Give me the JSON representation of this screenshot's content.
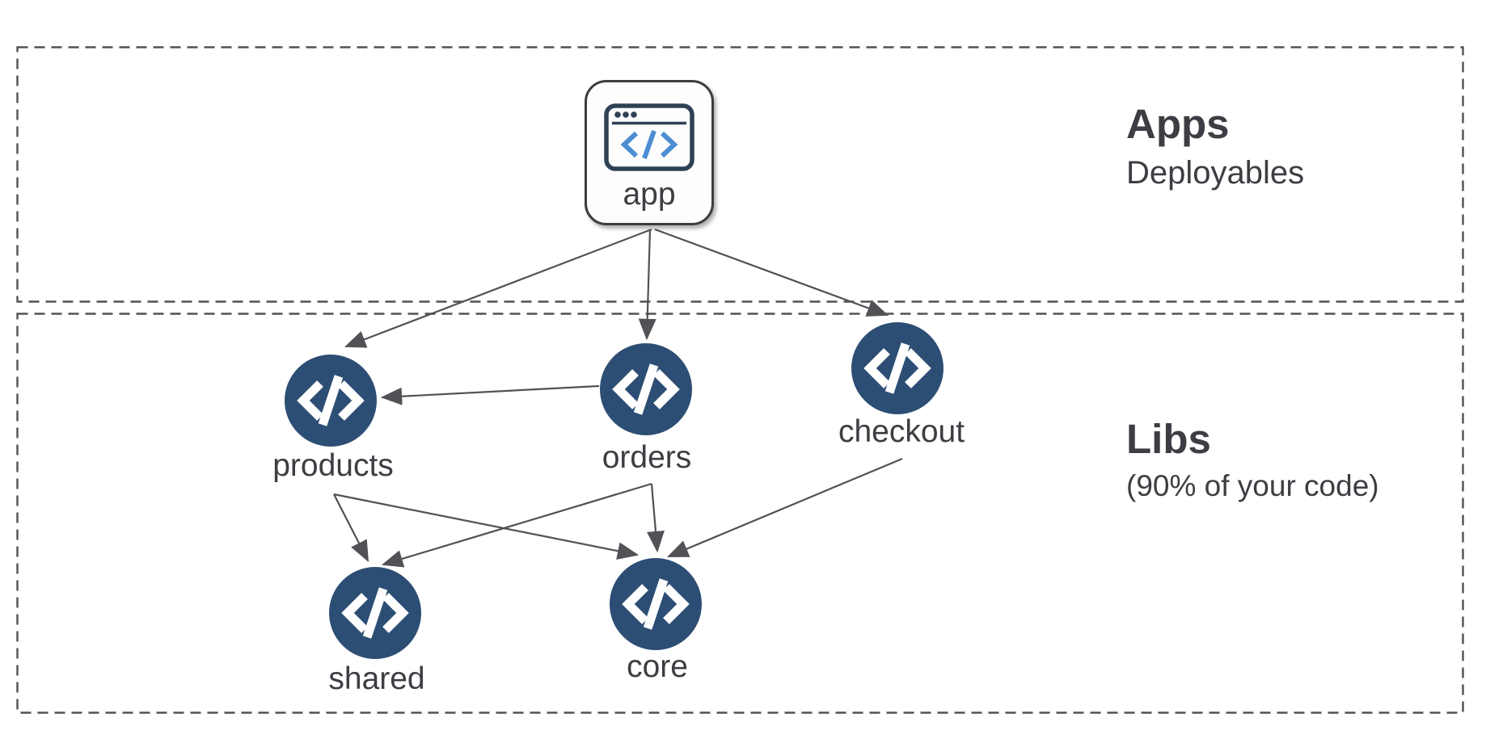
{
  "diagram": {
    "sections": [
      {
        "id": "apps",
        "title": "Apps",
        "subtitle": "Deployables"
      },
      {
        "id": "libs",
        "title": "Libs",
        "subtitle": "(90% of your code)"
      }
    ],
    "nodes": [
      {
        "id": "app",
        "label": "app",
        "type": "application",
        "section": "apps",
        "icon": "browser-code-icon"
      },
      {
        "id": "products",
        "label": "products",
        "type": "library",
        "section": "libs",
        "icon": "code-icon"
      },
      {
        "id": "orders",
        "label": "orders",
        "type": "library",
        "section": "libs",
        "icon": "code-icon"
      },
      {
        "id": "checkout",
        "label": "checkout",
        "type": "library",
        "section": "libs",
        "icon": "code-icon"
      },
      {
        "id": "shared",
        "label": "shared",
        "type": "library",
        "section": "libs",
        "icon": "code-icon"
      },
      {
        "id": "core",
        "label": "core",
        "type": "library",
        "section": "libs",
        "icon": "code-icon"
      }
    ],
    "edges": [
      {
        "from": "app",
        "to": "products"
      },
      {
        "from": "app",
        "to": "orders"
      },
      {
        "from": "app",
        "to": "checkout"
      },
      {
        "from": "orders",
        "to": "products"
      },
      {
        "from": "products",
        "to": "shared"
      },
      {
        "from": "products",
        "to": "core"
      },
      {
        "from": "orders",
        "to": "shared"
      },
      {
        "from": "orders",
        "to": "core"
      },
      {
        "from": "checkout",
        "to": "core"
      }
    ],
    "colors": {
      "library_node_fill": "#2d4e74",
      "code_glyph_white": "#ffffff",
      "app_icon_stroke": "#2e4155",
      "app_code_glyph_blue": "#4d8ed2",
      "arrow": "#515156",
      "dashed_border": "#515156",
      "text": "#3d3d43",
      "card_border": "#3c3c41",
      "background": "#ffffff"
    }
  }
}
